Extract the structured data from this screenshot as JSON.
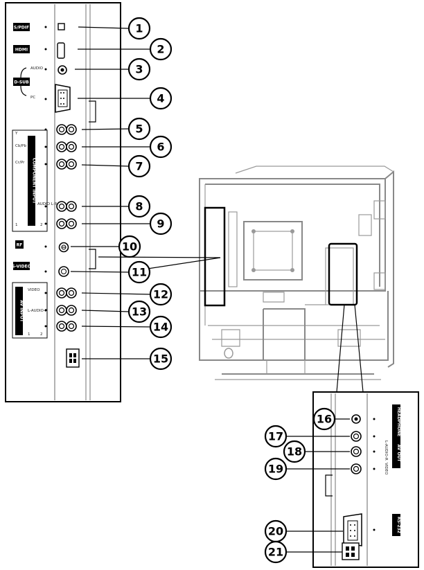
{
  "callouts": [
    "1",
    "2",
    "3",
    "4",
    "5",
    "6",
    "7",
    "8",
    "9",
    "10",
    "11",
    "12",
    "13",
    "14",
    "15",
    "16",
    "17",
    "18",
    "19",
    "20",
    "21"
  ],
  "left_panel": {
    "labels": {
      "spdif": "S/PDIF",
      "hdmi": "HDMI",
      "dsub": "D-SUB",
      "audio": "AUDIO",
      "pc": "PC",
      "component": "COMPONENT INPUT",
      "av_input": "AV INPUT",
      "svideo": "S-VIDEO",
      "rf": "RF"
    },
    "component_text": {
      "y": "Y",
      "cb": "Cb/Pb",
      "cr": "Cr/Pr",
      "audio_lr": "AUDIO L·R",
      "in1": "1",
      "in2": "2"
    },
    "av_text": {
      "video": "VIDEO",
      "audio_lr": "L-AUDIO-R",
      "in1": "1",
      "in2": "2"
    }
  },
  "right_panel": {
    "labels": {
      "headphone": "HEADPHONE",
      "av_out": "AV OUT",
      "rs232": "RS-232",
      "video": "VIDEO",
      "audio_lr": "L-AUDIO-R"
    }
  }
}
